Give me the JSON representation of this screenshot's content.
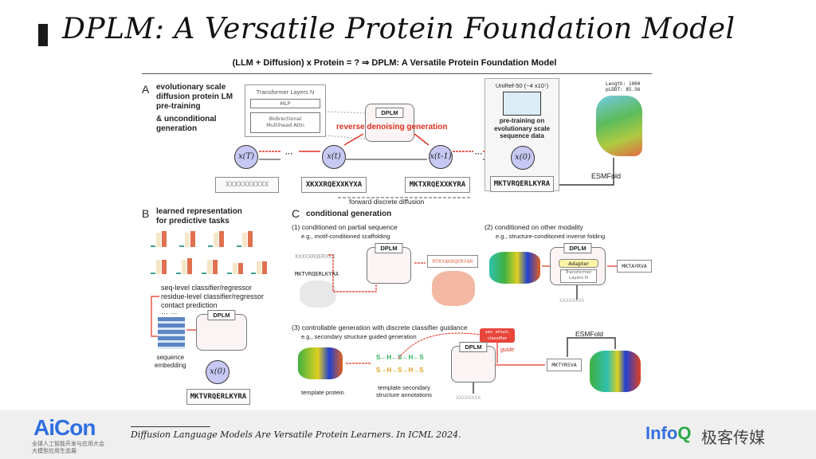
{
  "slide": {
    "title": "DPLM: A Versatile Protein Foundation Model"
  },
  "figure": {
    "title": "(LLM + Diffusion) x Protein = ?  ⇒ DPLM: A Versatile Protein Foundation Model",
    "section_a": {
      "letter": "A",
      "heading_1": "evolutionary scale",
      "heading_2": "diffusion protein LM",
      "heading_3": "pre-training",
      "heading_4": "& unconditional",
      "heading_5": "generation",
      "transformer_box": {
        "title": "Transformer Layers N",
        "mlp": "MLP",
        "attn_1": "Bidirectional",
        "attn_2": "Multihead Attn"
      },
      "dplm_label": "DPLM",
      "reverse_label": "reverse denoising generation",
      "forward_label": "forward discrete diffusion",
      "nodes": [
        "x(T)",
        "x(t)",
        "x(t-1)",
        "x(0)"
      ],
      "ellipsis": "···",
      "sequences": [
        "XXXXXXXXXX",
        "XKXXRQEXXKYXA",
        "MKTXRQEXXKYRA",
        "MKTVRQERLKYRA"
      ],
      "uniref_label": "UniRef-50 (~4 x10⁷)",
      "pretrain_1": "pre-training on",
      "pretrain_2": "evolutionary scale",
      "pretrain_3": "sequence data",
      "structure_length": "Length: 1000",
      "structure_plddt": "pLDDT: 85.56",
      "esmfold_label": "ESMFold"
    },
    "section_b": {
      "letter": "B",
      "heading_1": "learned representation",
      "heading_2": "for predictive tasks",
      "tasks": [
        "seq-level classifier/regressor",
        "residue-level classifier/regressor",
        "contact prediction",
        "··· ···"
      ],
      "embedding_1": "sequence",
      "embedding_2": "embedding",
      "dplm_label": "DPLM",
      "node": "x(0)",
      "sequence": "MKTVRQERLKYRA"
    },
    "section_c": {
      "letter": "C",
      "heading": "conditional generation",
      "c1_title": "(1) conditioned on partial sequence",
      "c1_sub": "e.g., motif-conditioned scaffolding",
      "c1_masked": "XXXXXRQERXXX",
      "c1_seq": "MKTVRQERLKYRA",
      "c1_output": "MTKYAKRQERYAR",
      "c2_title": "(2) conditioned on other modality",
      "c2_sub": "e.g., structure-conditioned inverse folding",
      "c2_adapter": "Adapter",
      "c2_transformer": "Transformer Layers N",
      "c2_output": "MKTAYRVA",
      "c2_masked": "XXXXXXXX",
      "c3_title": "(3) controllable generation with discrete classifier guidance",
      "c3_sub": "e.g., secondary structure guided generation",
      "c3_template": "template protein",
      "c3_annot_1": "template secondary",
      "c3_annot_2": "structure annotations",
      "c3_ss_top": "S←H←S←H←S",
      "c3_ss_bottom": "S→H→S→H→S",
      "c3_classifier_1": "sec. struct.",
      "c3_classifier_2": "classifier",
      "c3_guide": "guide",
      "c3_output": "MKTYRSVA",
      "c3_masked": "XXXXXXXX",
      "c3_esmfold": "ESMFold",
      "dplm_label": "DPLM"
    }
  },
  "footer": {
    "aicon_logo": "AiCon",
    "aicon_sub_1": "全球人工智能开发与应用大会",
    "aicon_sub_2": "大模型应用生态展",
    "reference": "Diffusion Language Models Are Versatile Protein Learners. In ICML 2024.",
    "infoq_text": "Info",
    "infoq_q": "Q",
    "infoq_cn": "极客传媒"
  },
  "colors": {
    "accent_red": "#e03020",
    "node_fill": "#c8c8f4",
    "infoq_blue": "#3470e0",
    "infoq_green": "#2aa84a"
  }
}
